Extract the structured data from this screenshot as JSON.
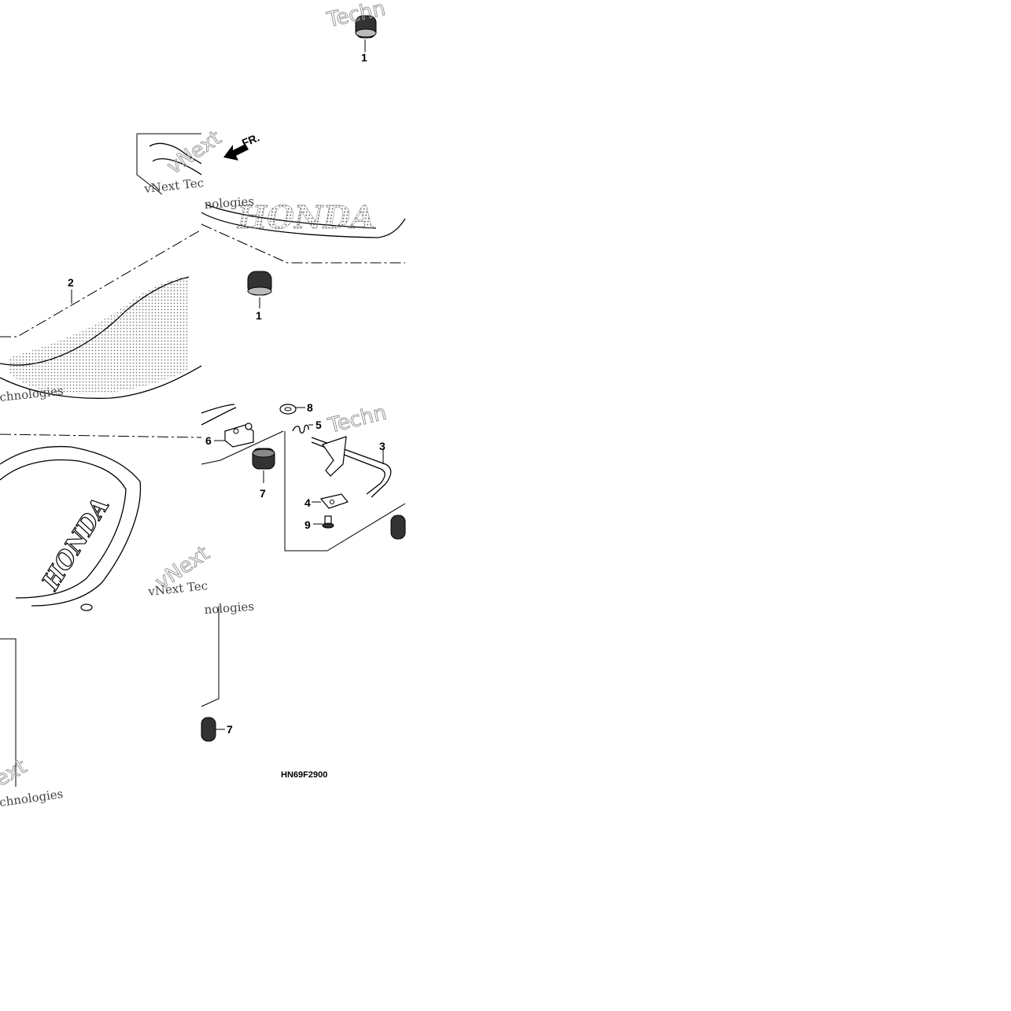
{
  "callouts": {
    "c1a": "1",
    "c1b": "1",
    "c2": "2",
    "c3": "3",
    "c4": "4",
    "c5": "5",
    "c6": "6",
    "c7a": "7",
    "c7b": "7",
    "c8": "8",
    "c9": "9"
  },
  "direction_label": "FR.",
  "diagram_code": "HN69F2900",
  "logo_text": "HONDA",
  "watermark": {
    "line1": "vNext Tec",
    "line2": "nologies",
    "brand": "vNext",
    "suffix": "Technologies",
    "partial": "Techn",
    "partial2": "chnologies",
    "partial3": "ext"
  }
}
